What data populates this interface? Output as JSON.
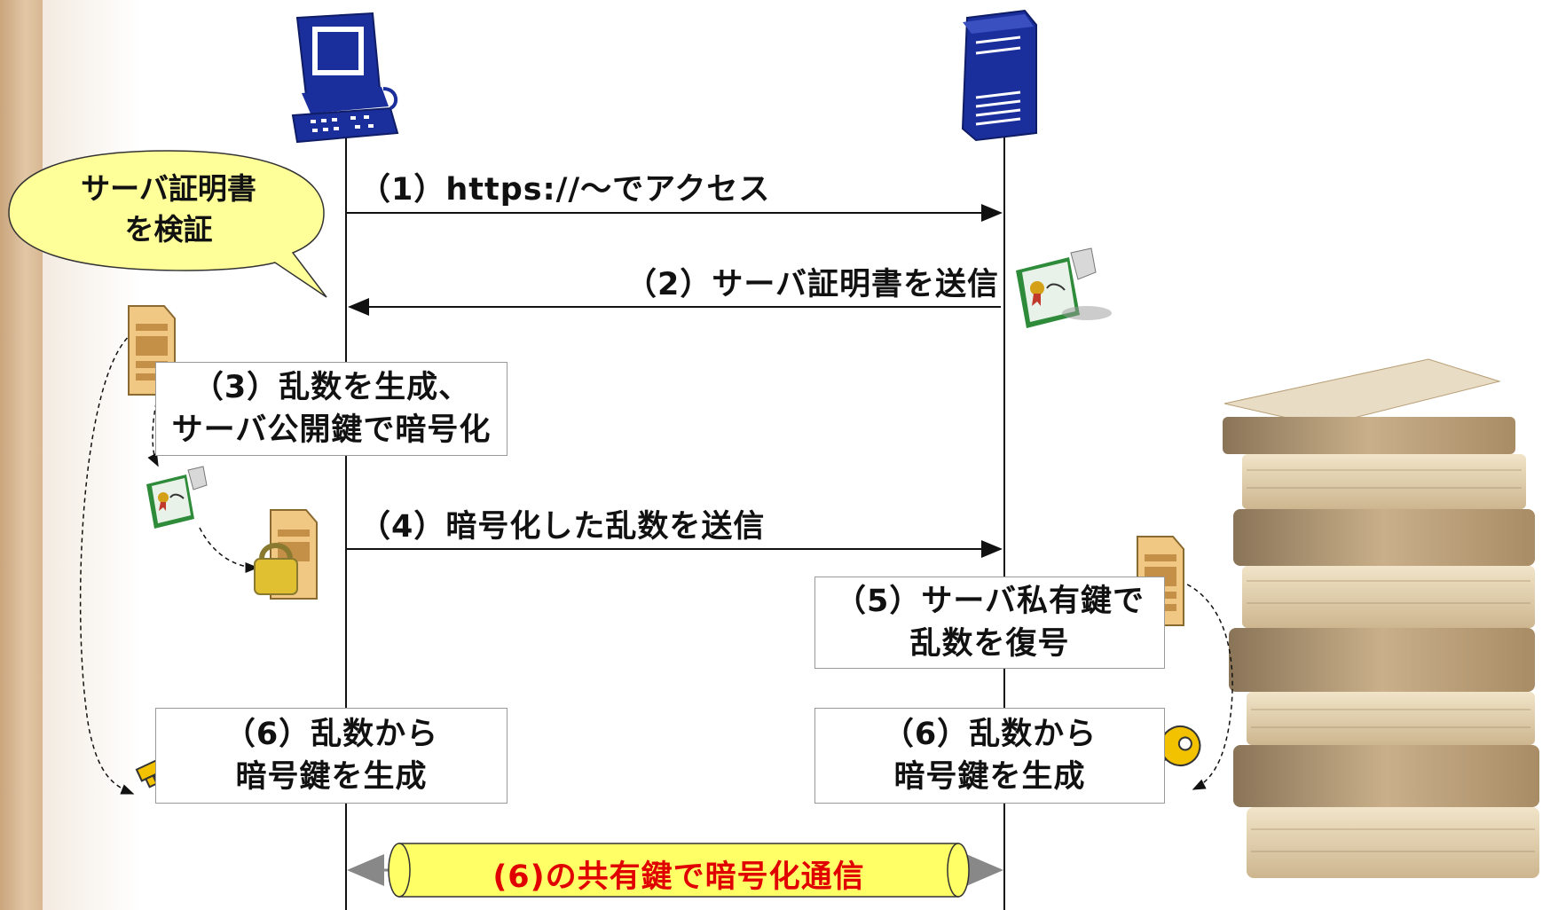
{
  "arrows": {
    "step1": "（1）https://～でアクセス",
    "step2": "（2）サーバ証明書を送信",
    "step4": "（4）暗号化した乱数を送信"
  },
  "boxes": {
    "step3": [
      "（3）乱数を生成、",
      "サーバ公開鍵で暗号化"
    ],
    "step5": [
      "（5）サーバ私有鍵で",
      "乱数を復号"
    ],
    "step6_client": [
      "（6）乱数から",
      "暗号鍵を生成"
    ],
    "step6_server": [
      "（6）乱数から",
      "暗号鍵を生成"
    ]
  },
  "bubble": {
    "lines": [
      "サーバ証明書",
      "を検証"
    ]
  },
  "tube": {
    "label": "(6)の共有鍵で暗号化通信"
  },
  "colors": {
    "icon_blue": "#1a2e9c",
    "bubble_fill": "#ffff99",
    "tube_fill": "#ffff66",
    "tube_text": "#e00000",
    "key_gold": "#f2c200",
    "cert_green": "#2e8b3a"
  },
  "icons": [
    "client-computer-icon",
    "server-tower-icon",
    "certificate-icon",
    "document-icon",
    "locked-document-icon",
    "key-icon",
    "books-photo"
  ]
}
